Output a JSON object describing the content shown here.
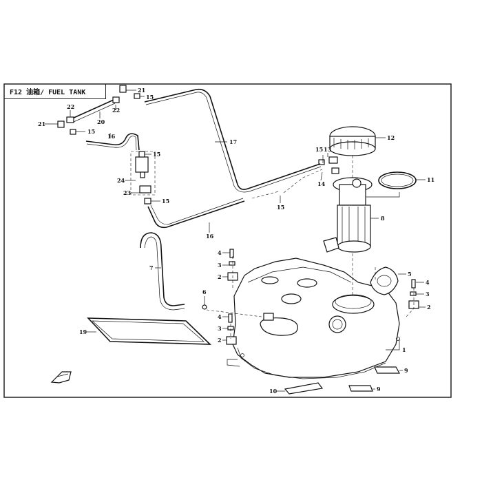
{
  "header": {
    "title": "F12 油箱/ FUEL TANK"
  },
  "callouts": [
    {
      "id": "c21a",
      "text": "21"
    },
    {
      "id": "c15a",
      "text": "15"
    },
    {
      "id": "c22a",
      "text": "22"
    },
    {
      "id": "c22b",
      "text": "22"
    },
    {
      "id": "c20",
      "text": "20"
    },
    {
      "id": "c21b",
      "text": "21"
    },
    {
      "id": "c15b",
      "text": "15"
    },
    {
      "id": "c16a",
      "text": "16"
    },
    {
      "id": "c17",
      "text": "17"
    },
    {
      "id": "c15c",
      "text": "15"
    },
    {
      "id": "c24",
      "text": "24"
    },
    {
      "id": "c23",
      "text": "23"
    },
    {
      "id": "c15d",
      "text": "15"
    },
    {
      "id": "c16b",
      "text": "16"
    },
    {
      "id": "c15e",
      "text": "15"
    },
    {
      "id": "c13",
      "text": "13"
    },
    {
      "id": "c15f",
      "text": "15"
    },
    {
      "id": "c14",
      "text": "14"
    },
    {
      "id": "c12",
      "text": "12"
    },
    {
      "id": "c11",
      "text": "11"
    },
    {
      "id": "c8",
      "text": "8"
    },
    {
      "id": "c7",
      "text": "7"
    },
    {
      "id": "c4a",
      "text": "4"
    },
    {
      "id": "c3a",
      "text": "3"
    },
    {
      "id": "c2a",
      "text": "2"
    },
    {
      "id": "c5",
      "text": "5"
    },
    {
      "id": "c4b",
      "text": "4"
    },
    {
      "id": "c3b",
      "text": "3"
    },
    {
      "id": "c2b",
      "text": "2"
    },
    {
      "id": "c6",
      "text": "6"
    },
    {
      "id": "c4c",
      "text": "4"
    },
    {
      "id": "c3c",
      "text": "3"
    },
    {
      "id": "c2c",
      "text": "2"
    },
    {
      "id": "c19",
      "text": "19"
    },
    {
      "id": "c1",
      "text": "1"
    },
    {
      "id": "c9a",
      "text": "9"
    },
    {
      "id": "c10",
      "text": "10"
    },
    {
      "id": "c9b",
      "text": "9"
    }
  ]
}
